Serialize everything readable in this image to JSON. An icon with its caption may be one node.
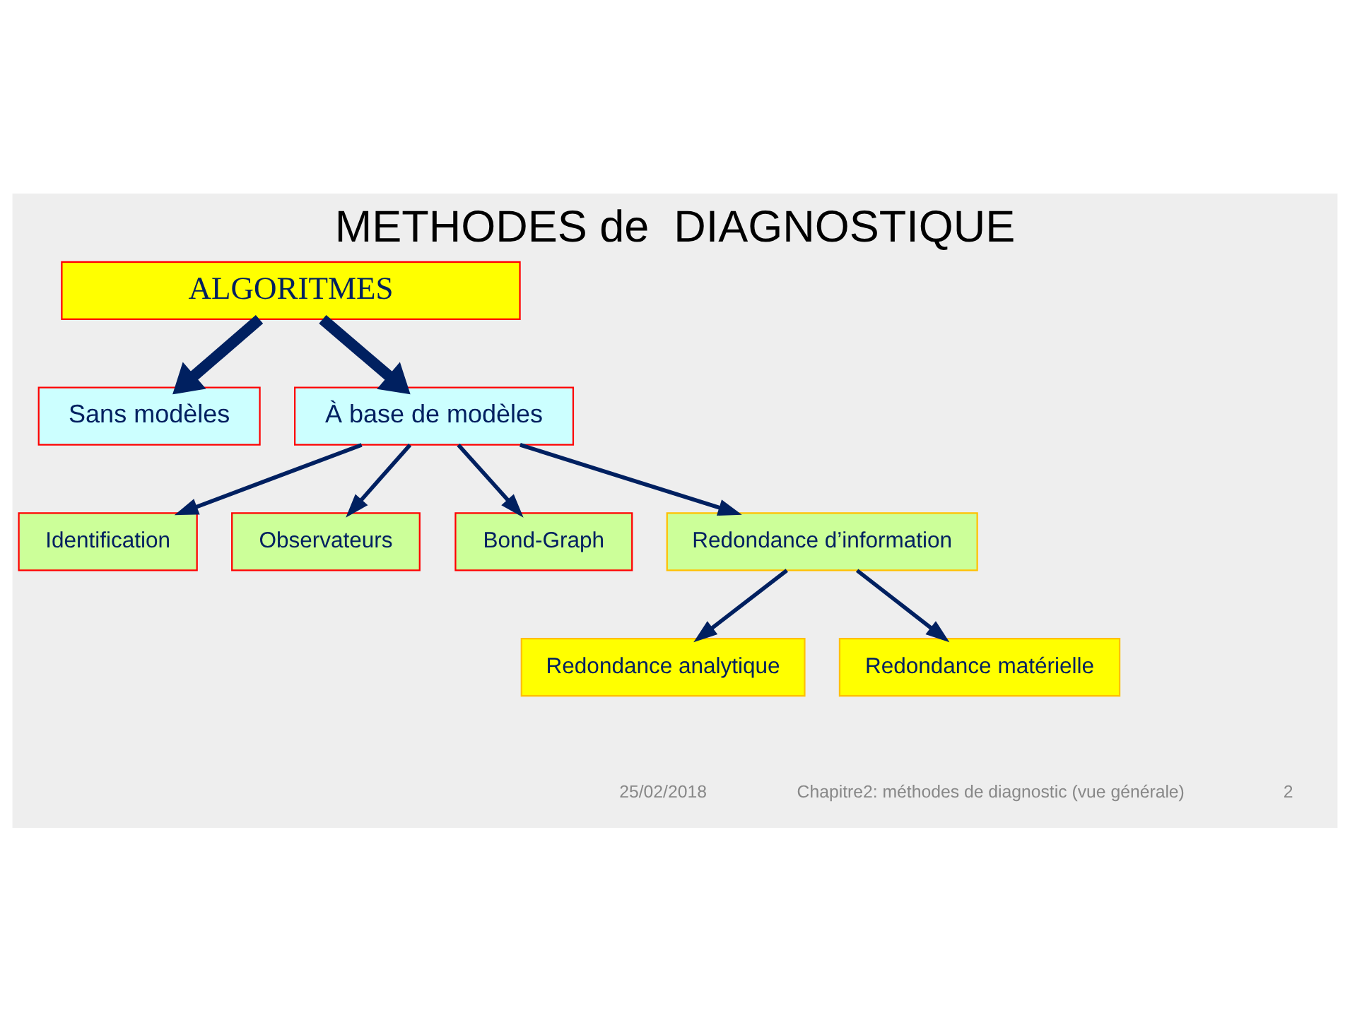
{
  "diagram": {
    "title": "METHODES de  DIAGNOSTIQUE",
    "nodes": [
      {
        "text": [
          "ALGORITMES"
        ]
      },
      {
        "text": [
          "Sans modèles"
        ]
      },
      {
        "text": [
          "À base de modèles"
        ]
      },
      {
        "text": [
          "Identification"
        ]
      },
      {
        "text": [
          "Observateurs"
        ]
      },
      {
        "text": [
          "Bond-Graph"
        ]
      },
      {
        "text": [
          "Redondance d’information"
        ]
      },
      {
        "text": [
          "Redondance analytique"
        ]
      },
      {
        "text": [
          "Redondance matérielle"
        ]
      }
    ],
    "edges": [
      {
        "from": 0,
        "to": 1,
        "arrow": "to",
        "style": "thick"
      },
      {
        "from": 0,
        "to": 2,
        "arrow": "to",
        "style": "thick"
      },
      {
        "from": 2,
        "to": 3,
        "arrow": "to"
      },
      {
        "from": 2,
        "to": 4,
        "arrow": "to"
      },
      {
        "from": 2,
        "to": 5,
        "arrow": "to"
      },
      {
        "from": 2,
        "to": 6,
        "arrow": "to"
      },
      {
        "from": 6,
        "to": 7,
        "arrow": "to"
      },
      {
        "from": 6,
        "to": 8,
        "arrow": "to"
      }
    ],
    "labels": [
      "25/02/2018",
      "Chapitre2: méthodes de diagnostic (vue générale)",
      "2"
    ]
  }
}
